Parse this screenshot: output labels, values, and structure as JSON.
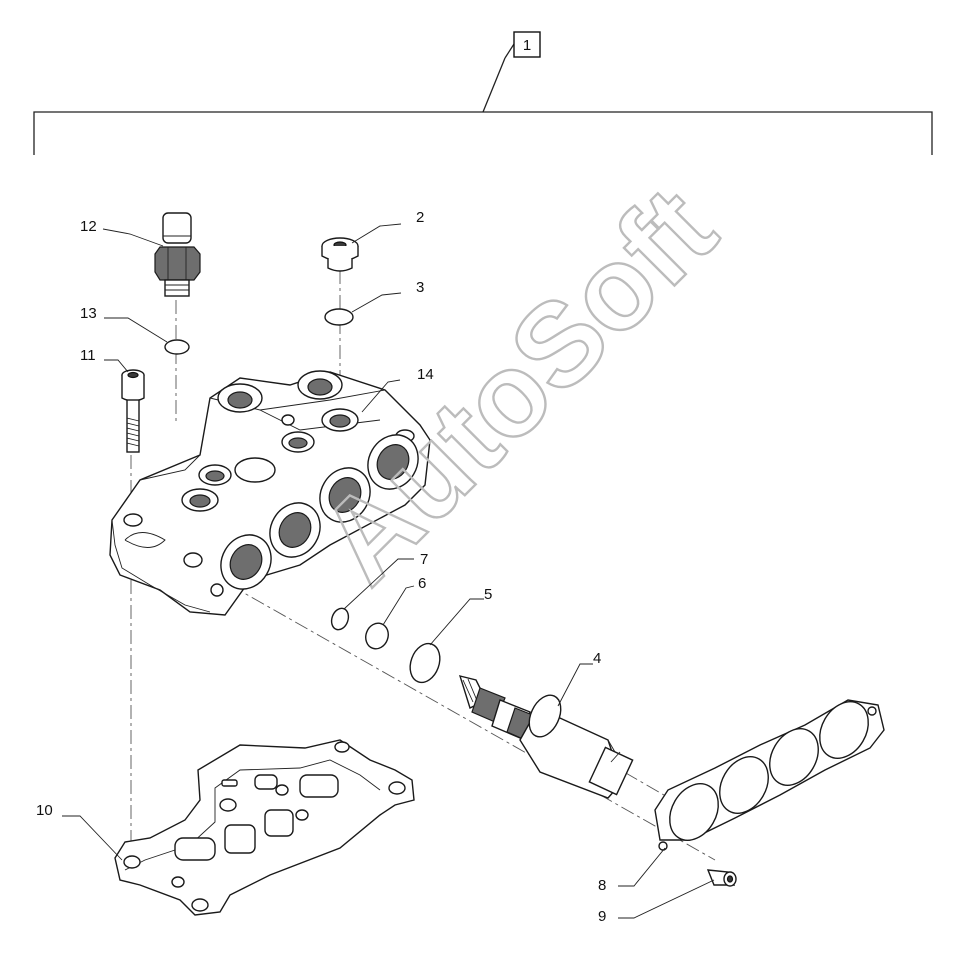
{
  "watermark": "AutoSoft",
  "assembly_label": "1",
  "callouts": {
    "c2": "2",
    "c3": "3",
    "c4": "4",
    "c5": "5",
    "c6": "6",
    "c7": "7",
    "c8": "8",
    "c9": "9",
    "c10": "10",
    "c11": "11",
    "c12": "12",
    "c13": "13",
    "c14": "14"
  },
  "parts": [
    {
      "id": "2",
      "name": "plug"
    },
    {
      "id": "3",
      "name": "o-ring"
    },
    {
      "id": "4",
      "name": "solenoid-valve"
    },
    {
      "id": "5",
      "name": "o-ring"
    },
    {
      "id": "6",
      "name": "o-ring"
    },
    {
      "id": "7",
      "name": "o-ring"
    },
    {
      "id": "8",
      "name": "gasket"
    },
    {
      "id": "9",
      "name": "screw"
    },
    {
      "id": "10",
      "name": "gasket"
    },
    {
      "id": "11",
      "name": "screw"
    },
    {
      "id": "12",
      "name": "pressure-sensor"
    },
    {
      "id": "13",
      "name": "o-ring"
    },
    {
      "id": "14",
      "name": "valve-body"
    }
  ]
}
